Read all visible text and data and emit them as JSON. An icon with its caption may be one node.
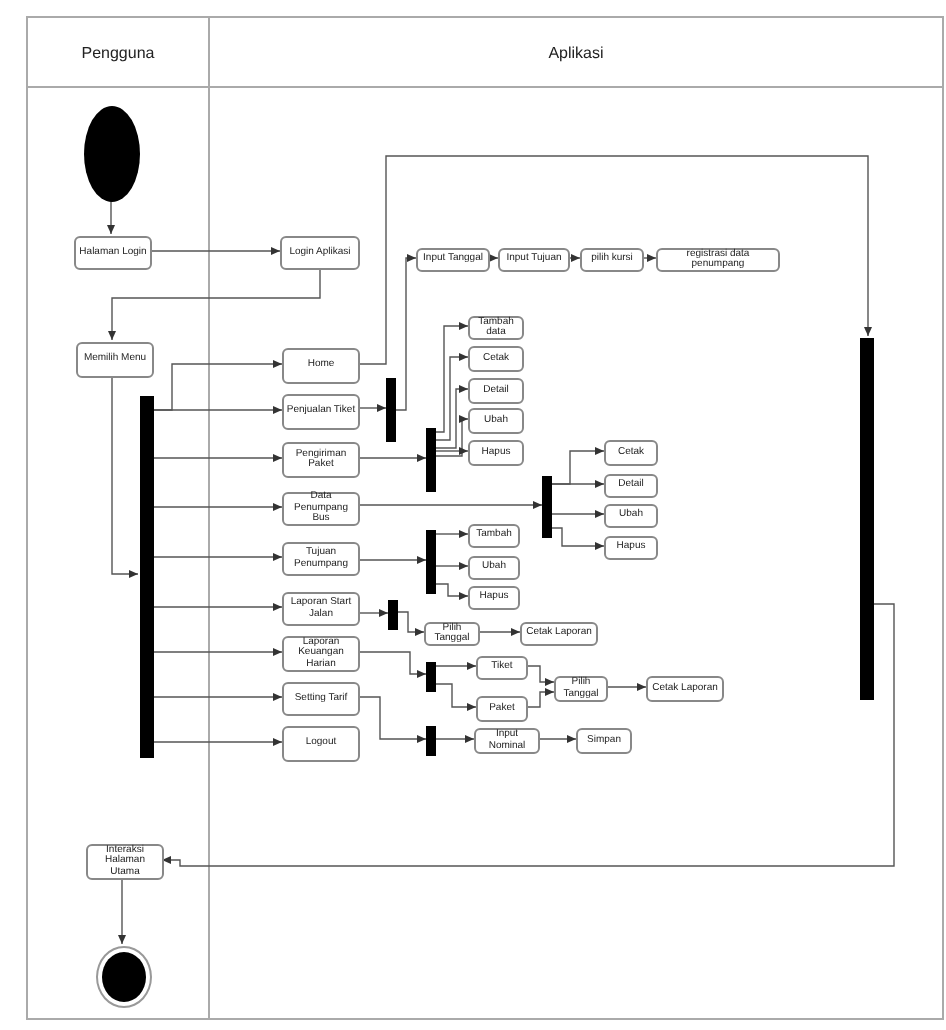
{
  "diagram": {
    "nodes": [
      {
        "text": [
          "Pengguna"
        ]
      },
      {
        "text": [
          "Aplikasi"
        ]
      },
      {
        "text": [],
        "shape": "circle",
        "in": 0
      },
      {
        "text": [
          "Halaman Login"
        ],
        "in": 0
      },
      {
        "text": [
          "Login Aplikasi"
        ],
        "in": 1
      },
      {
        "text": [
          "Memilih Menu"
        ],
        "in": 0
      },
      {
        "text": [],
        "shape": "bar",
        "in": 0
      },
      {
        "text": [
          "Home"
        ],
        "in": 1
      },
      {
        "text": [
          "Input Tanggal"
        ],
        "in": 1
      },
      {
        "text": [
          "Input Tujuan"
        ],
        "in": 1
      },
      {
        "text": [
          "pilih kursi"
        ],
        "in": 1
      },
      {
        "text": [
          "registrasi data penumpang"
        ],
        "in": 1
      },
      {
        "text": [
          "Penjualan Tiket"
        ],
        "in": 1
      },
      {
        "text": [],
        "shape": "bar",
        "in": 1
      },
      {
        "text": [
          "Tambah data"
        ],
        "in": 1
      },
      {
        "text": [
          "Cetak"
        ],
        "in": 1
      },
      {
        "text": [
          "Detail"
        ],
        "in": 1
      },
      {
        "text": [
          "Ubah"
        ],
        "in": 1
      },
      {
        "text": [
          "Hapus"
        ],
        "in": 1
      },
      {
        "text": [
          "Pengiriman Paket"
        ],
        "in": 1
      },
      {
        "text": [],
        "shape": "bar",
        "in": 1
      },
      {
        "text": [
          "Data Penumpang Bus"
        ],
        "in": 1
      },
      {
        "text": [],
        "shape": "bar",
        "in": 1
      },
      {
        "text": [
          "Cetak"
        ],
        "in": 1
      },
      {
        "text": [
          "Detail"
        ],
        "in": 1
      },
      {
        "text": [
          "Ubah"
        ],
        "in": 1
      },
      {
        "text": [
          "Hapus"
        ],
        "in": 1
      },
      {
        "text": [
          "Tujuan Penumpang"
        ],
        "in": 1
      },
      {
        "text": [],
        "shape": "bar",
        "in": 1
      },
      {
        "text": [
          "Tambah"
        ],
        "in": 1
      },
      {
        "text": [
          "Ubah"
        ],
        "in": 1
      },
      {
        "text": [
          "Hapus"
        ],
        "in": 1
      },
      {
        "text": [
          "Laporan Start Jalan"
        ],
        "in": 1
      },
      {
        "text": [],
        "shape": "bar",
        "in": 1
      },
      {
        "text": [
          "Pilih Tanggal"
        ],
        "in": 1
      },
      {
        "text": [
          "Cetak Laporan"
        ],
        "in": 1
      },
      {
        "text": [
          "Laporan Keuangan Harian"
        ],
        "in": 1
      },
      {
        "text": [],
        "shape": "bar",
        "in": 1
      },
      {
        "text": [
          "Tiket"
        ],
        "in": 1
      },
      {
        "text": [
          "Paket"
        ],
        "in": 1
      },
      {
        "text": [
          "Pilih Tanggal"
        ],
        "in": 1
      },
      {
        "text": [
          "Cetak Laporan"
        ],
        "in": 1
      },
      {
        "text": [
          "Setting Tarif"
        ],
        "in": 1
      },
      {
        "text": [],
        "shape": "bar",
        "in": 1
      },
      {
        "text": [
          "Input Nominal"
        ],
        "in": 1
      },
      {
        "text": [
          "Simpan"
        ],
        "in": 1
      },
      {
        "text": [
          "Logout"
        ],
        "in": 1
      },
      {
        "text": [],
        "shape": "bar",
        "in": 1
      },
      {
        "text": [
          "Interaksi Halaman Utama"
        ],
        "in": 0
      },
      {
        "text": [],
        "shape": "circle",
        "in": 0
      }
    ],
    "edges": [
      {
        "from": 2,
        "to": 3,
        "arrow": "to"
      },
      {
        "from": 3,
        "to": 4,
        "arrow": "to"
      },
      {
        "from": 4,
        "to": 5,
        "arrow": "to"
      },
      {
        "from": 5,
        "to": 6,
        "arrow": "to"
      },
      {
        "from": 6,
        "to": 7,
        "arrow": "to"
      },
      {
        "from": 6,
        "to": 12,
        "arrow": "to"
      },
      {
        "from": 6,
        "to": 19,
        "arrow": "to"
      },
      {
        "from": 6,
        "to": 21,
        "arrow": "to"
      },
      {
        "from": 6,
        "to": 27,
        "arrow": "to"
      },
      {
        "from": 6,
        "to": 32,
        "arrow": "to"
      },
      {
        "from": 6,
        "to": 36,
        "arrow": "to"
      },
      {
        "from": 6,
        "to": 42,
        "arrow": "to"
      },
      {
        "from": 6,
        "to": 46,
        "arrow": "to"
      },
      {
        "from": 7,
        "to": 47,
        "arrow": "to"
      },
      {
        "from": 12,
        "to": 13,
        "arrow": "to"
      },
      {
        "from": 13,
        "to": 8,
        "arrow": "to"
      },
      {
        "from": 8,
        "to": 9,
        "arrow": "to"
      },
      {
        "from": 9,
        "to": 10,
        "arrow": "to"
      },
      {
        "from": 10,
        "to": 11,
        "arrow": "to"
      },
      {
        "from": 19,
        "to": 20,
        "arrow": "to"
      },
      {
        "from": 20,
        "to": 14,
        "arrow": "to"
      },
      {
        "from": 20,
        "to": 15,
        "arrow": "to"
      },
      {
        "from": 20,
        "to": 16,
        "arrow": "to"
      },
      {
        "from": 20,
        "to": 17,
        "arrow": "to"
      },
      {
        "from": 20,
        "to": 18,
        "arrow": "to"
      },
      {
        "from": 21,
        "to": 22,
        "arrow": "to"
      },
      {
        "from": 22,
        "to": 23,
        "arrow": "to"
      },
      {
        "from": 22,
        "to": 24,
        "arrow": "to"
      },
      {
        "from": 22,
        "to": 25,
        "arrow": "to"
      },
      {
        "from": 22,
        "to": 26,
        "arrow": "to"
      },
      {
        "from": 27,
        "to": 28,
        "arrow": "to"
      },
      {
        "from": 28,
        "to": 29,
        "arrow": "to"
      },
      {
        "from": 28,
        "to": 30,
        "arrow": "to"
      },
      {
        "from": 28,
        "to": 31,
        "arrow": "to"
      },
      {
        "from": 32,
        "to": 33,
        "arrow": "to"
      },
      {
        "from": 33,
        "to": 34,
        "arrow": "to"
      },
      {
        "from": 34,
        "to": 35,
        "arrow": "to"
      },
      {
        "from": 36,
        "to": 37,
        "arrow": "to"
      },
      {
        "from": 37,
        "to": 38,
        "arrow": "to"
      },
      {
        "from": 37,
        "to": 39,
        "arrow": "to"
      },
      {
        "from": 38,
        "to": 40,
        "arrow": "to"
      },
      {
        "from": 39,
        "to": 40,
        "arrow": "to"
      },
      {
        "from": 40,
        "to": 41,
        "arrow": "to"
      },
      {
        "from": 42,
        "to": 43,
        "arrow": "to"
      },
      {
        "from": 43,
        "to": 44,
        "arrow": "to"
      },
      {
        "from": 44,
        "to": 45,
        "arrow": "to"
      },
      {
        "from": 47,
        "to": 48,
        "arrow": "to"
      },
      {
        "from": 48,
        "to": 49,
        "arrow": "to"
      }
    ]
  }
}
